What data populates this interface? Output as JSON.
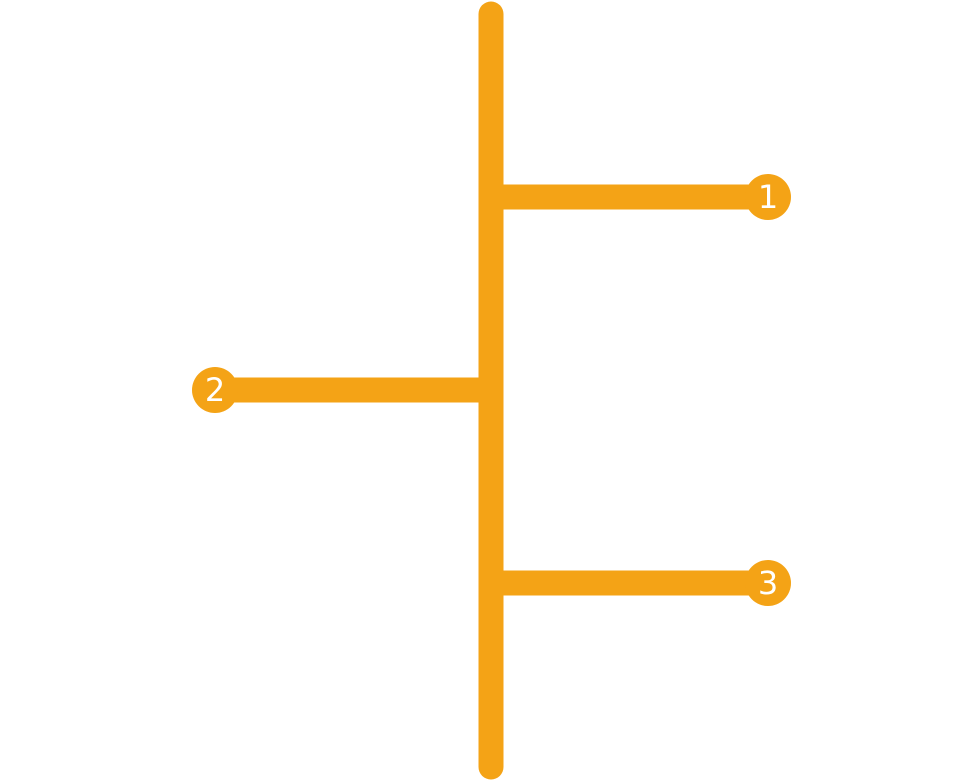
{
  "diagram": {
    "accent_color": "#F4A316",
    "label_color": "#FFFFFF",
    "nodes": [
      {
        "label": "1",
        "side": "right"
      },
      {
        "label": "2",
        "side": "left"
      },
      {
        "label": "3",
        "side": "right"
      }
    ]
  }
}
